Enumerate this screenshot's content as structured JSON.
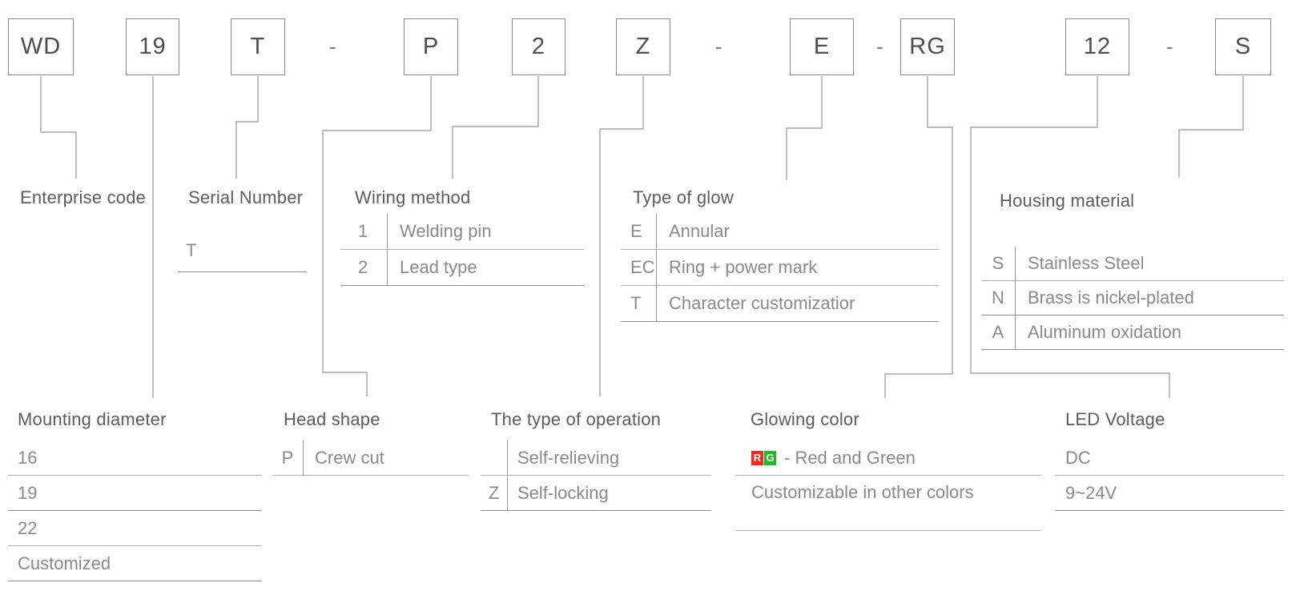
{
  "product_code": {
    "boxes": [
      {
        "label": "WD"
      },
      {
        "label": "19"
      },
      {
        "label": "T"
      },
      {
        "label": "P"
      },
      {
        "label": "2"
      },
      {
        "label": "Z"
      },
      {
        "label": "E"
      },
      {
        "label": "RG"
      },
      {
        "label": "12"
      },
      {
        "label": "S"
      }
    ],
    "separators": [
      "-",
      "-",
      "-",
      "-"
    ]
  },
  "sections": {
    "enterprise_code": {
      "title": "Enterprise code"
    },
    "serial_number": {
      "title": "Serial Number",
      "value": "T"
    },
    "wiring_method": {
      "title": "Wiring method",
      "rows": [
        {
          "key": "1",
          "value": "Welding pin"
        },
        {
          "key": "2",
          "value": "Lead type"
        }
      ]
    },
    "type_of_glow": {
      "title": "Type of glow",
      "rows": [
        {
          "key": "E",
          "value": "Annular"
        },
        {
          "key": "EC",
          "value": "Ring + power mark"
        },
        {
          "key": "T",
          "value": "Character customizatior"
        }
      ]
    },
    "housing_material": {
      "title": "Housing material",
      "rows": [
        {
          "key": "S",
          "value": "Stainless Steel"
        },
        {
          "key": "N",
          "value": "Brass is nickel-plated"
        },
        {
          "key": "A",
          "value": "Aluminum oxidation"
        }
      ]
    },
    "mounting_diameter": {
      "title": "Mounting diameter",
      "rows": [
        "16",
        "19",
        "22",
        "Customized"
      ]
    },
    "head_shape": {
      "title": "Head shape",
      "rows": [
        {
          "key": "P",
          "value": "Crew cut"
        }
      ]
    },
    "type_of_operation": {
      "title": "The type of operation",
      "rows": [
        {
          "key": "",
          "value": "Self-relieving"
        },
        {
          "key": "Z",
          "value": "Self-locking"
        }
      ]
    },
    "glowing_color": {
      "title": "Glowing color",
      "badge": {
        "letters": [
          "R",
          "G"
        ],
        "colors": [
          "#ee2b20",
          "#28b52a"
        ]
      },
      "row1_text": "- Red and Green",
      "row2_text": "Customizable in other colors"
    },
    "led_voltage": {
      "title": "LED Voltage",
      "rows": [
        "DC",
        "9~24V"
      ]
    }
  },
  "colors": {
    "box_border": "#8a8a8a",
    "box_text": "#4d4d4d",
    "connector_line": "#a6a6a6",
    "title_text": "#5d5d5d",
    "row_text": "#8a8a8a",
    "rule_light": "#b0b0b0",
    "rule_dark": "#8f8f8f",
    "badge_red": "#ee2b20",
    "badge_green": "#28b52a"
  }
}
